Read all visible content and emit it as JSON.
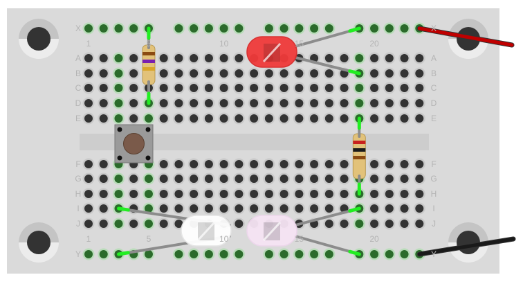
{
  "board": {
    "row_labels_top": [
      "A",
      "B",
      "C",
      "D",
      "E"
    ],
    "row_labels_bottom": [
      "F",
      "G",
      "H",
      "I",
      "J"
    ],
    "rail_top_label": "X",
    "rail_bottom_label": "Y",
    "column_numbers": [
      "1",
      "5",
      "10",
      "15",
      "20"
    ],
    "column_count": 23
  },
  "components": {
    "resistor_1": {
      "bands": [
        "#8a4a12",
        "#7a1fb0",
        "#d8a52a"
      ],
      "column": 5,
      "from_row": "X",
      "to_row": "D"
    },
    "resistor_2": {
      "bands": [
        "#c8201e",
        "#1a1a1a",
        "#8a4a12"
      ],
      "column": 19,
      "from_row": "E",
      "to_row": "H"
    },
    "led_red": {
      "color": "#f03a3a",
      "legs": [
        [
          "X",
          19
        ],
        [
          "B",
          19
        ]
      ]
    },
    "led_white": {
      "color": "#ffffff",
      "legs": [
        [
          "I",
          3
        ],
        [
          "Y",
          3
        ]
      ]
    },
    "led_pink": {
      "color": "#f6e4f4",
      "legs": [
        [
          "I",
          19
        ],
        [
          "Y",
          19
        ]
      ]
    },
    "pushbutton": {
      "columns": [
        3,
        5
      ]
    },
    "wire_power": {
      "color": "#c00000"
    },
    "wire_ground": {
      "color": "#1a1a1a"
    }
  },
  "colors": {
    "board": "#dadada",
    "hole": "#333333",
    "hole_connected": "#2b6b2b",
    "leg_end": "#22ee22"
  }
}
